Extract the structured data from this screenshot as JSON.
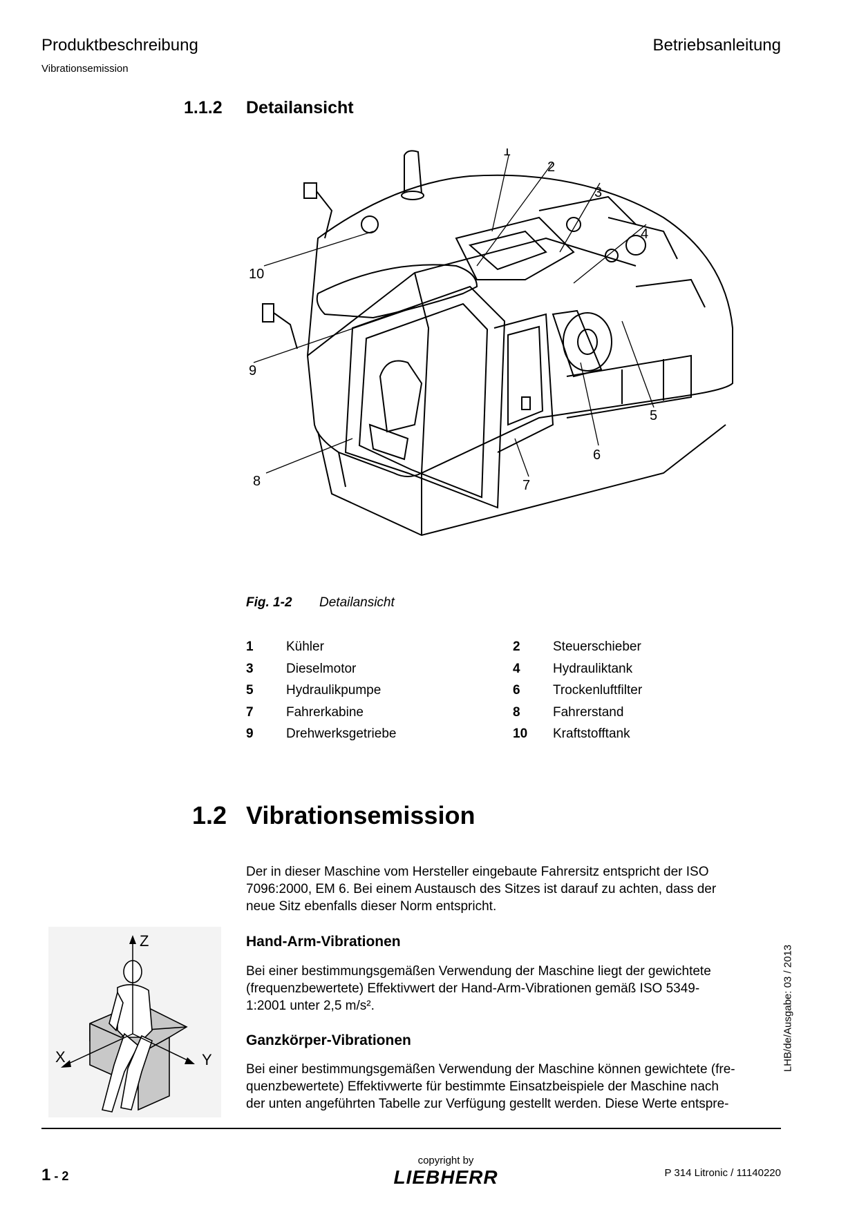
{
  "header": {
    "left": "Produktbeschreibung",
    "right": "Betriebsanleitung",
    "sub": "Vibrationsemission"
  },
  "section_112": {
    "number": "1.1.2",
    "title": "Detailansicht"
  },
  "figure": {
    "callouts": [
      "1",
      "2",
      "3",
      "4",
      "5",
      "6",
      "7",
      "8",
      "9",
      "10"
    ],
    "caption_label": "Fig. 1-2",
    "caption_text": "Detailansicht"
  },
  "legend": [
    {
      "num": "1",
      "label": "Kühler"
    },
    {
      "num": "2",
      "label": "Steuerschieber"
    },
    {
      "num": "3",
      "label": "Dieselmotor"
    },
    {
      "num": "4",
      "label": "Hydrauliktank"
    },
    {
      "num": "5",
      "label": "Hydraulikpumpe"
    },
    {
      "num": "6",
      "label": "Trockenluftfilter"
    },
    {
      "num": "7",
      "label": "Fahrerkabine"
    },
    {
      "num": "8",
      "label": "Fahrerstand"
    },
    {
      "num": "9",
      "label": "Drehwerksgetriebe"
    },
    {
      "num": "10",
      "label": "Kraftstofftank"
    }
  ],
  "section_12": {
    "number": "1.2",
    "title": "Vibrationsemission",
    "intro": [
      "Der in dieser Maschine vom Hersteller eingebaute Fahrersitz entspricht der ISO",
      "7096:2000, EM 6. Bei einem Austausch des Sitzes ist darauf zu achten, dass der",
      "neue Sitz ebenfalls dieser Norm entspricht."
    ],
    "hand_arm_title": "Hand-Arm-Vibrationen",
    "hand_arm_text": [
      "Bei einer bestimmungsgemäßen Verwendung der Maschine liegt der gewichtete",
      "(frequenzbewertete) Effektivwert der Hand-Arm-Vibrationen gemäß ISO 5349-",
      "1:2001 unter 2,5 m/s²."
    ],
    "whole_body_title": "Ganzkörper-Vibrationen",
    "whole_body_text": [
      "Bei einer bestimmungsgemäßen Verwendung der Maschine können gewichtete (fre-",
      "quenzbewertete) Effektivwerte für bestimmte Einsatzbeispiele der Maschine nach",
      "der unten angeführten Tabelle zur Verfügung gestellt werden. Diese Werte entspre-"
    ]
  },
  "axes": {
    "z": "Z",
    "x": "X",
    "y": "Y"
  },
  "side_text": "LHB/de/Ausgabe: 03 / 2013",
  "footer": {
    "page_main": "1",
    "page_sep": " - ",
    "page_sub": "2",
    "copyright": "copyright by",
    "brand": "LIEBHERR",
    "model": "P 314 Litronic / 11140220"
  }
}
